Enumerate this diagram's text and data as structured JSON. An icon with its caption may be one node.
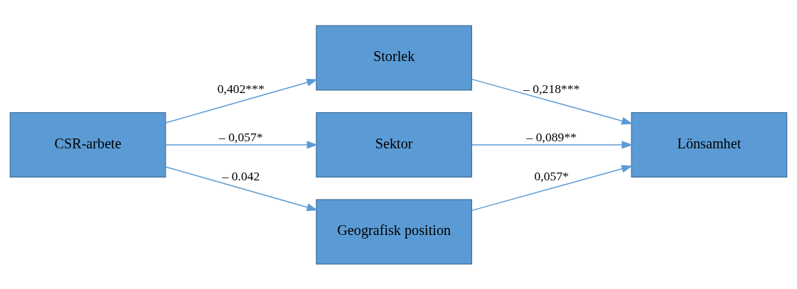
{
  "diagram": {
    "nodes": [
      {
        "text": [
          "CSR-arbete"
        ]
      },
      {
        "text": [
          "Storlek"
        ]
      },
      {
        "text": [
          "Sektor"
        ]
      },
      {
        "text": [
          "Geografisk position"
        ]
      },
      {
        "text": [
          "Lönsamhet"
        ]
      }
    ],
    "edges": [
      {
        "from": 0,
        "to": 1,
        "arrow": "to",
        "label": "0,402***"
      },
      {
        "from": 0,
        "to": 2,
        "arrow": "to",
        "label": "– 0,057*"
      },
      {
        "from": 0,
        "to": 3,
        "arrow": "to",
        "label": "– 0.042"
      },
      {
        "from": 1,
        "to": 4,
        "arrow": "to",
        "label": "– 0,218***"
      },
      {
        "from": 2,
        "to": 4,
        "arrow": "to",
        "label": "– 0,089**"
      },
      {
        "from": 3,
        "to": 4,
        "arrow": "to",
        "label": "0,057*"
      }
    ]
  }
}
